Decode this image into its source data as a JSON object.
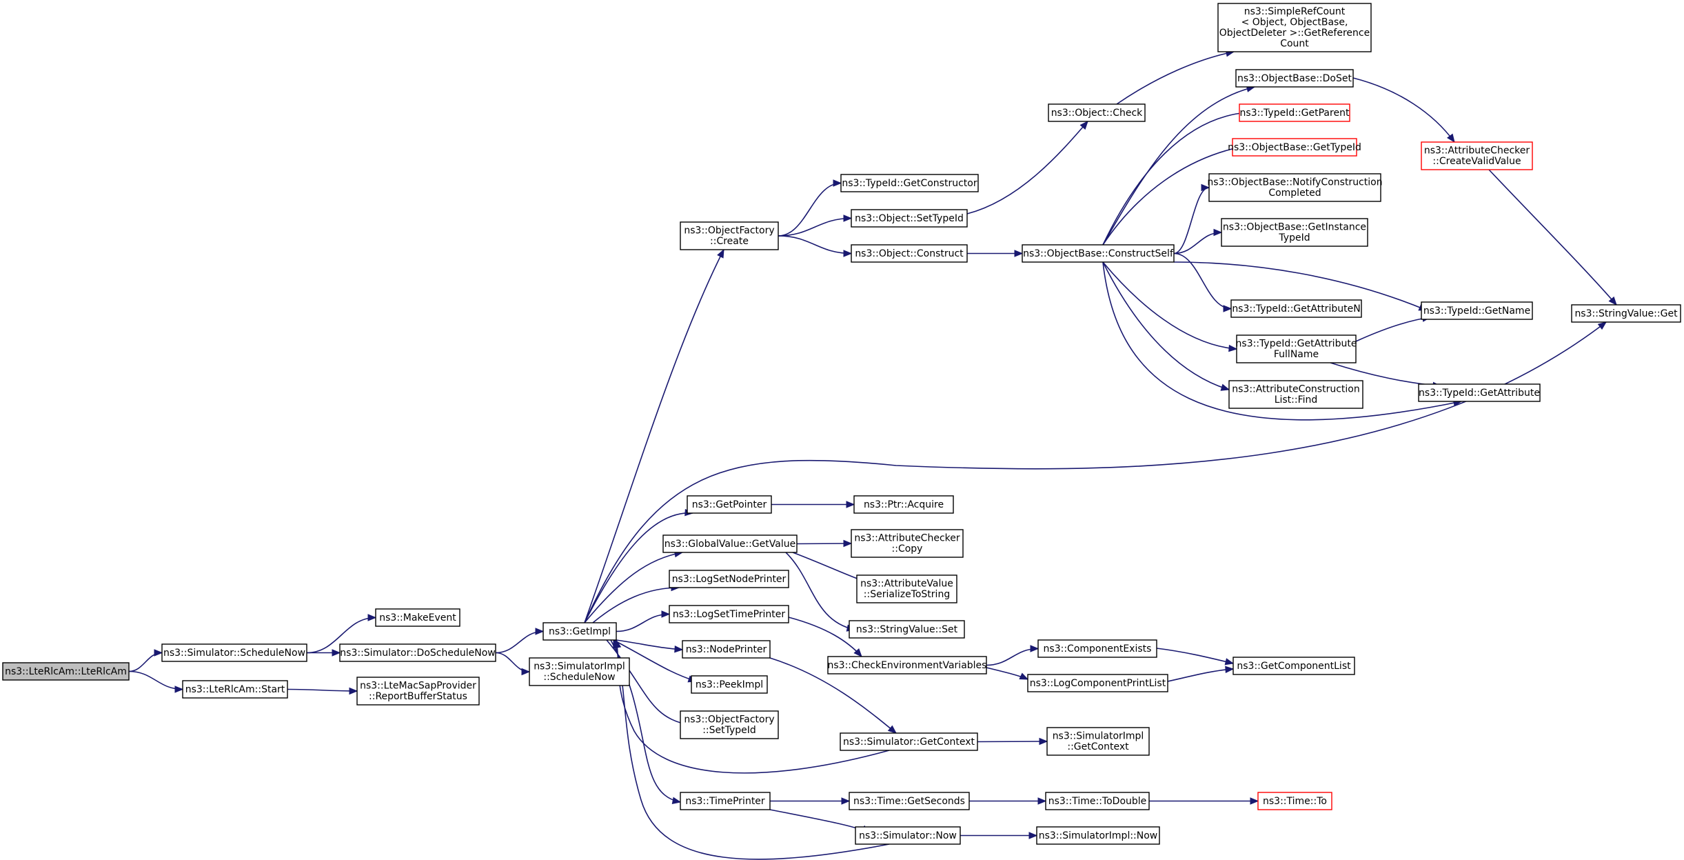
{
  "diagram": {
    "root": "lte_rlc_am_ctor",
    "nodes": [
      {
        "id": "lte_rlc_am_ctor",
        "lines": [
          "ns3::LteRlcAm::LteRlcAm"
        ],
        "style": "root"
      },
      {
        "id": "sim_schedule_now",
        "lines": [
          "ns3::Simulator::ScheduleNow"
        ]
      },
      {
        "id": "lte_rlc_am_start",
        "lines": [
          "ns3::LteRlcAm::Start"
        ]
      },
      {
        "id": "make_event",
        "lines": [
          "ns3::MakeEvent"
        ]
      },
      {
        "id": "sim_do_schedule_now",
        "lines": [
          "ns3::Simulator::DoScheduleNow"
        ]
      },
      {
        "id": "mac_sap_report",
        "lines": [
          "ns3::LteMacSapProvider",
          "::ReportBufferStatus"
        ]
      },
      {
        "id": "get_impl",
        "lines": [
          "ns3::GetImpl"
        ]
      },
      {
        "id": "simimpl_schedule_now",
        "lines": [
          "ns3::SimulatorImpl",
          "::ScheduleNow"
        ]
      },
      {
        "id": "objfactory_create",
        "lines": [
          "ns3::ObjectFactory",
          "::Create"
        ]
      },
      {
        "id": "get_pointer",
        "lines": [
          "ns3::GetPointer"
        ]
      },
      {
        "id": "gv_get_value",
        "lines": [
          "ns3::GlobalValue::GetValue"
        ]
      },
      {
        "id": "log_set_node_printer",
        "lines": [
          "ns3::LogSetNodePrinter"
        ]
      },
      {
        "id": "log_set_time_printer",
        "lines": [
          "ns3::LogSetTimePrinter"
        ]
      },
      {
        "id": "node_printer",
        "lines": [
          "ns3::NodePrinter"
        ]
      },
      {
        "id": "peek_impl",
        "lines": [
          "ns3::PeekImpl"
        ]
      },
      {
        "id": "objfactory_settypeid",
        "lines": [
          "ns3::ObjectFactory",
          "::SetTypeId"
        ]
      },
      {
        "id": "time_printer",
        "lines": [
          "ns3::TimePrinter"
        ]
      },
      {
        "id": "typeid_get_constructor",
        "lines": [
          "ns3::TypeId::GetConstructor"
        ]
      },
      {
        "id": "object_settypeid",
        "lines": [
          "ns3::Object::SetTypeId"
        ]
      },
      {
        "id": "object_construct",
        "lines": [
          "ns3::Object::Construct"
        ]
      },
      {
        "id": "ptr_acquire",
        "lines": [
          "ns3::Ptr::Acquire"
        ]
      },
      {
        "id": "attrchecker_copy",
        "lines": [
          "ns3::AttributeChecker",
          "::Copy"
        ]
      },
      {
        "id": "attrvalue_serialize",
        "lines": [
          "ns3::AttributeValue",
          "::SerializeToString"
        ]
      },
      {
        "id": "stringvalue_set",
        "lines": [
          "ns3::StringValue::Set"
        ]
      },
      {
        "id": "check_env_vars",
        "lines": [
          "ns3::CheckEnvironmentVariables"
        ]
      },
      {
        "id": "sim_get_context",
        "lines": [
          "ns3::Simulator::GetContext"
        ]
      },
      {
        "id": "time_get_seconds",
        "lines": [
          "ns3::Time::GetSeconds"
        ]
      },
      {
        "id": "sim_now",
        "lines": [
          "ns3::Simulator::Now"
        ]
      },
      {
        "id": "object_check",
        "lines": [
          "ns3::Object::Check"
        ]
      },
      {
        "id": "objbase_construct_self",
        "lines": [
          "ns3::ObjectBase::ConstructSelf"
        ]
      },
      {
        "id": "component_exists",
        "lines": [
          "ns3::ComponentExists"
        ]
      },
      {
        "id": "log_component_print_list",
        "lines": [
          "ns3::LogComponentPrintList"
        ]
      },
      {
        "id": "simimpl_get_context",
        "lines": [
          "ns3::SimulatorImpl",
          "::GetContext"
        ]
      },
      {
        "id": "time_to_double",
        "lines": [
          "ns3::Time::ToDouble"
        ]
      },
      {
        "id": "simimpl_now",
        "lines": [
          "ns3::SimulatorImpl::Now"
        ]
      },
      {
        "id": "simple_ref_count",
        "lines": [
          "ns3::SimpleRefCount",
          "< Object, ObjectBase,",
          "ObjectDeleter >::GetReference",
          "Count"
        ]
      },
      {
        "id": "objbase_doset",
        "lines": [
          "ns3::ObjectBase::DoSet"
        ]
      },
      {
        "id": "typeid_get_parent",
        "lines": [
          "ns3::TypeId::GetParent"
        ],
        "style": "red"
      },
      {
        "id": "objbase_get_typeid",
        "lines": [
          "ns3::ObjectBase::GetTypeId"
        ],
        "style": "red"
      },
      {
        "id": "objbase_notify",
        "lines": [
          "ns3::ObjectBase::NotifyConstruction",
          "Completed"
        ]
      },
      {
        "id": "objbase_get_instance_typeid",
        "lines": [
          "ns3::ObjectBase::GetInstance",
          "TypeId"
        ]
      },
      {
        "id": "typeid_get_attribute_n",
        "lines": [
          "ns3::TypeId::GetAttributeN"
        ]
      },
      {
        "id": "typeid_get_attribute_fullname",
        "lines": [
          "ns3::TypeId::GetAttribute",
          "FullName"
        ]
      },
      {
        "id": "attr_construction_list_find",
        "lines": [
          "ns3::AttributeConstruction",
          "List::Find"
        ]
      },
      {
        "id": "get_component_list",
        "lines": [
          "ns3::GetComponentList"
        ]
      },
      {
        "id": "time_to",
        "lines": [
          "ns3::Time::To"
        ],
        "style": "red"
      },
      {
        "id": "attrchecker_create_valid",
        "lines": [
          "ns3::AttributeChecker",
          "::CreateValidValue"
        ],
        "style": "red"
      },
      {
        "id": "typeid_get_name",
        "lines": [
          "ns3::TypeId::GetName"
        ]
      },
      {
        "id": "typeid_get_attribute",
        "lines": [
          "ns3::TypeId::GetAttribute"
        ]
      },
      {
        "id": "stringvalue_get",
        "lines": [
          "ns3::StringValue::Get"
        ]
      }
    ],
    "edges": [
      [
        "lte_rlc_am_ctor",
        "sim_schedule_now"
      ],
      [
        "lte_rlc_am_ctor",
        "lte_rlc_am_start"
      ],
      [
        "sim_schedule_now",
        "make_event"
      ],
      [
        "sim_schedule_now",
        "sim_do_schedule_now"
      ],
      [
        "lte_rlc_am_start",
        "mac_sap_report"
      ],
      [
        "sim_do_schedule_now",
        "get_impl"
      ],
      [
        "sim_do_schedule_now",
        "simimpl_schedule_now"
      ],
      [
        "get_impl",
        "objfactory_create"
      ],
      [
        "get_impl",
        "get_pointer"
      ],
      [
        "get_impl",
        "gv_get_value"
      ],
      [
        "get_impl",
        "log_set_node_printer"
      ],
      [
        "get_impl",
        "log_set_time_printer"
      ],
      [
        "get_impl",
        "node_printer"
      ],
      [
        "get_impl",
        "peek_impl"
      ],
      [
        "get_impl",
        "objfactory_settypeid"
      ],
      [
        "get_impl",
        "time_printer"
      ],
      [
        "get_impl",
        "stringvalue_get"
      ],
      [
        "objfactory_create",
        "typeid_get_constructor"
      ],
      [
        "objfactory_create",
        "object_settypeid"
      ],
      [
        "objfactory_create",
        "object_construct"
      ],
      [
        "object_settypeid",
        "object_check"
      ],
      [
        "object_check",
        "simple_ref_count"
      ],
      [
        "object_construct",
        "objbase_construct_self"
      ],
      [
        "objbase_construct_self",
        "objbase_doset"
      ],
      [
        "objbase_construct_self",
        "typeid_get_parent"
      ],
      [
        "objbase_construct_self",
        "objbase_get_typeid"
      ],
      [
        "objbase_construct_self",
        "objbase_notify"
      ],
      [
        "objbase_construct_self",
        "objbase_get_instance_typeid"
      ],
      [
        "objbase_construct_self",
        "typeid_get_attribute_n"
      ],
      [
        "objbase_construct_self",
        "typeid_get_attribute_fullname"
      ],
      [
        "objbase_construct_self",
        "attr_construction_list_find"
      ],
      [
        "objbase_construct_self",
        "typeid_get_name"
      ],
      [
        "objbase_construct_self",
        "typeid_get_attribute"
      ],
      [
        "objbase_doset",
        "attrchecker_create_valid"
      ],
      [
        "attrchecker_create_valid",
        "stringvalue_get"
      ],
      [
        "typeid_get_attribute_fullname",
        "typeid_get_name"
      ],
      [
        "typeid_get_attribute_fullname",
        "typeid_get_attribute"
      ],
      [
        "get_pointer",
        "ptr_acquire"
      ],
      [
        "gv_get_value",
        "attrchecker_copy"
      ],
      [
        "gv_get_value",
        "attrvalue_serialize"
      ],
      [
        "gv_get_value",
        "stringvalue_set"
      ],
      [
        "log_set_time_printer",
        "check_env_vars"
      ],
      [
        "check_env_vars",
        "component_exists"
      ],
      [
        "check_env_vars",
        "log_component_print_list"
      ],
      [
        "component_exists",
        "get_component_list"
      ],
      [
        "log_component_print_list",
        "get_component_list"
      ],
      [
        "node_printer",
        "sim_get_context"
      ],
      [
        "sim_get_context",
        "get_impl"
      ],
      [
        "sim_get_context",
        "simimpl_get_context"
      ],
      [
        "time_printer",
        "time_get_seconds"
      ],
      [
        "time_printer",
        "sim_now"
      ],
      [
        "time_get_seconds",
        "time_to_double"
      ],
      [
        "time_to_double",
        "time_to"
      ],
      [
        "sim_now",
        "get_impl"
      ],
      [
        "sim_now",
        "simimpl_now"
      ]
    ]
  },
  "colors": {
    "edge": "#191970",
    "root_fill": "#bfbfbf",
    "node_border": "#000000",
    "external_border": "#ff0000",
    "background": "#ffffff"
  }
}
